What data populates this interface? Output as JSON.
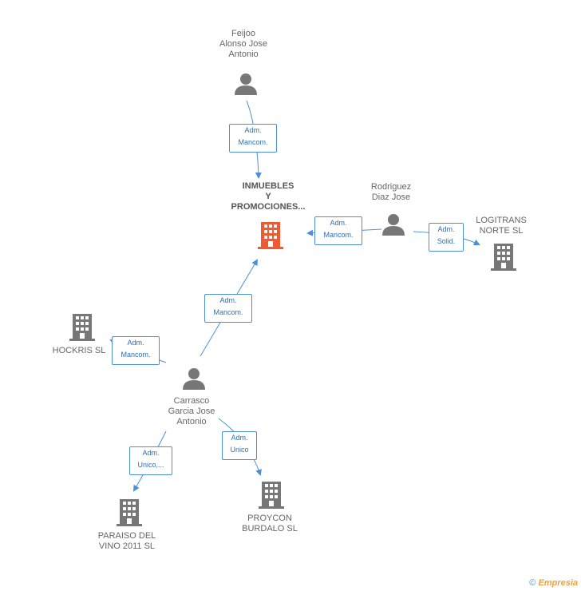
{
  "nodes": {
    "feijoo": {
      "label": "Feijoo\nAlonso Jose\nAntonio",
      "icon": "person-icon"
    },
    "inmuebles": {
      "label": "INMUEBLES\nY\nPROMOCIONES...",
      "icon": "building-icon",
      "color": "#f05a32"
    },
    "rodriguez": {
      "label": "Rodriguez\nDiaz Jose",
      "icon": "person-icon"
    },
    "logitrans": {
      "label": "LOGITRANS\nNORTE SL",
      "icon": "building-icon"
    },
    "hockris": {
      "label": "HOCKRIS  SL",
      "icon": "building-icon"
    },
    "carrasco": {
      "label": "Carrasco\nGarcia Jose\nAntonio",
      "icon": "person-icon"
    },
    "paraiso": {
      "label": "PARAISO DEL\nVINO 2011 SL",
      "icon": "building-icon"
    },
    "proycon": {
      "label": "PROYCON\nBURDALO  SL",
      "icon": "building-icon"
    }
  },
  "edges": {
    "feijoo_inmuebles": "Adm.\nMancom.",
    "rodriguez_inmuebles": "Adm.\nMancom.",
    "rodriguez_logitrans": "Adm.\nSolid.",
    "carrasco_inmuebles": "Adm.\nMancom.",
    "carrasco_hockris": "Adm.\nMancom.",
    "carrasco_paraiso": "Adm.\nUnico,...",
    "carrasco_proycon": "Adm.\nUnico"
  },
  "colors": {
    "edge": "#4a90d9",
    "icon": "#777777",
    "focus": "#f05a32"
  },
  "brand": {
    "copyright": "©",
    "name": "Empresia"
  }
}
